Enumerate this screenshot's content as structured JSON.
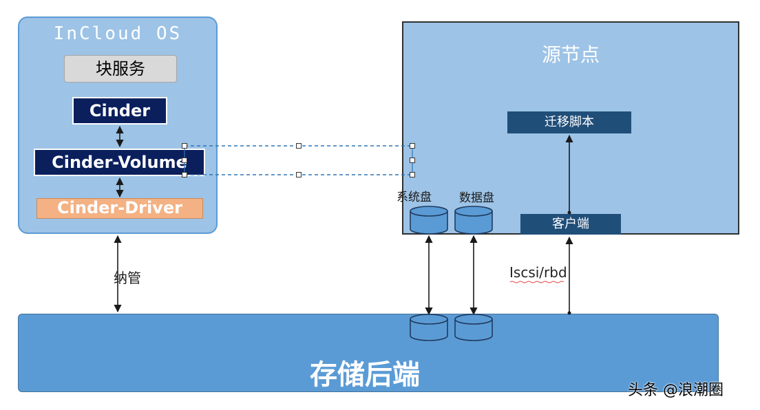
{
  "incloud": {
    "title": "InCloud OS",
    "block_service": "块服务",
    "cinder": "Cinder",
    "cinder_volume": "Cinder-Volume",
    "cinder_driver": "Cinder-Driver"
  },
  "source_node": {
    "title": "源节点",
    "migration_script": "迁移脚本",
    "client": "客户端",
    "system_disk": "系统盘",
    "data_disk": "数据盘"
  },
  "storage": {
    "title": "存储后端"
  },
  "labels": {
    "nanguan": "纳管",
    "protocol": "Iscsi/rbd"
  },
  "watermark": "头条 @浪潮圈",
  "colors": {
    "panel_light_blue": "#9dc3e6",
    "storage_blue": "#5b9bd5",
    "navy": "#0a1f5c",
    "dark_blue": "#1f4e79",
    "driver_orange": "#f4b183",
    "dashed_line": "#2e75b6"
  }
}
